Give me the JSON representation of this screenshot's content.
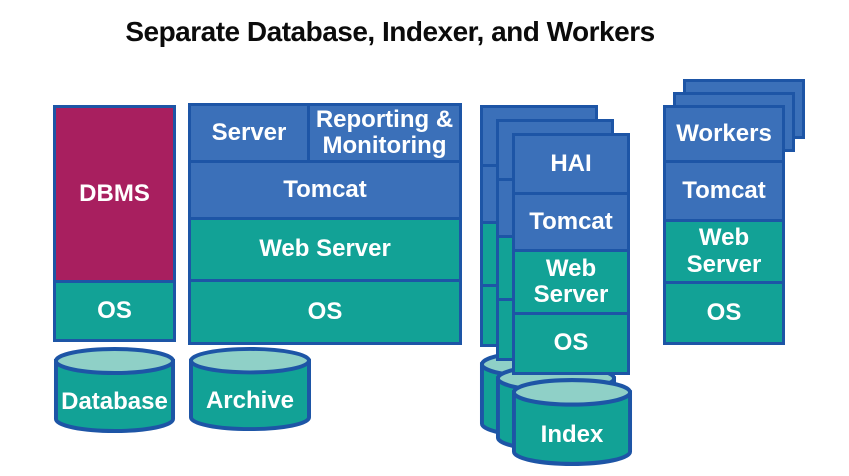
{
  "title": "Separate Database, Indexer, and Workers",
  "colors": {
    "blue": "#3B70B9",
    "blue_border": "#1D55A6",
    "teal": "#12A296",
    "teal_light": "#8FD0C7",
    "magenta": "#A81F5F",
    "label_text": "#FFFFFF",
    "title_text": "#0B0B0B",
    "background": "#FFFFFF"
  },
  "database_stack": {
    "dbms": "DBMS",
    "os": "OS",
    "storage": "Database"
  },
  "server_stack": {
    "server": "Server",
    "reporting": "Reporting & Monitoring",
    "tomcat": "Tomcat",
    "web_server": "Web Server",
    "os": "OS",
    "storage": "Archive"
  },
  "indexer_stack": {
    "copies": 3,
    "hai": "HAI",
    "tomcat": "Tomcat",
    "web_server": "Web Server",
    "os": "OS",
    "storage": "Index"
  },
  "workers_stack": {
    "copies": 3,
    "workers": "Workers",
    "tomcat": "Tomcat",
    "web_server": "Web Server",
    "os": "OS"
  }
}
